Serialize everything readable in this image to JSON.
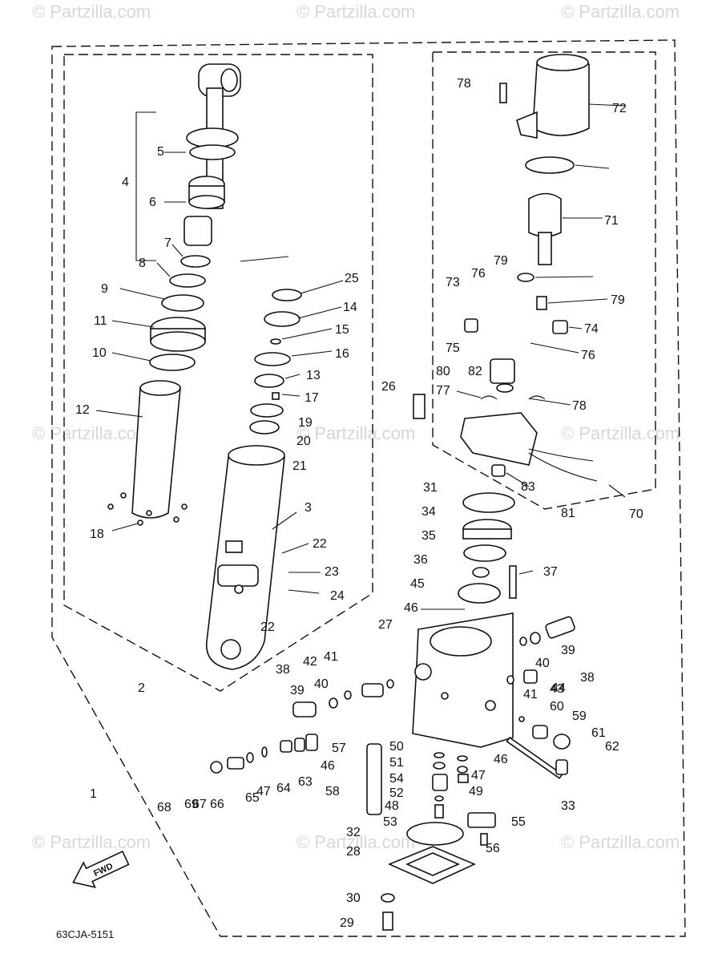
{
  "watermarks": [
    "© Partzilla.com",
    "© Partzilla.com",
    "© Partzilla.com",
    "© Partzilla.com",
    "© Partzilla.com",
    "© Partzilla.com",
    "© Partzilla.com",
    "© Partzilla.com",
    "© Partzilla.com",
    "© Partzilla.com"
  ],
  "diagram_code": "63CJA-5151",
  "fwd_label": "FWD",
  "callouts": [
    "1",
    "2",
    "3",
    "4",
    "5",
    "6",
    "7",
    "8",
    "9",
    "10",
    "11",
    "12",
    "13",
    "14",
    "15",
    "16",
    "17",
    "18",
    "19",
    "20",
    "21",
    "22",
    "22",
    "23",
    "24",
    "25",
    "26",
    "27",
    "28",
    "29",
    "30",
    "31",
    "32",
    "33",
    "34",
    "35",
    "36",
    "37",
    "38",
    "38",
    "39",
    "39",
    "40",
    "40",
    "41",
    "41",
    "42",
    "43",
    "44",
    "45",
    "46",
    "46",
    "46",
    "47",
    "47",
    "48",
    "49",
    "50",
    "51",
    "52",
    "53",
    "54",
    "55",
    "56",
    "57",
    "58",
    "59",
    "60",
    "61",
    "62",
    "63",
    "64",
    "65",
    "66",
    "67",
    "68",
    "69",
    "70",
    "71",
    "72",
    "73",
    "74",
    "75",
    "76",
    "76",
    "77",
    "78",
    "78",
    "79",
    "79",
    "80",
    "81",
    "82",
    "83"
  ]
}
